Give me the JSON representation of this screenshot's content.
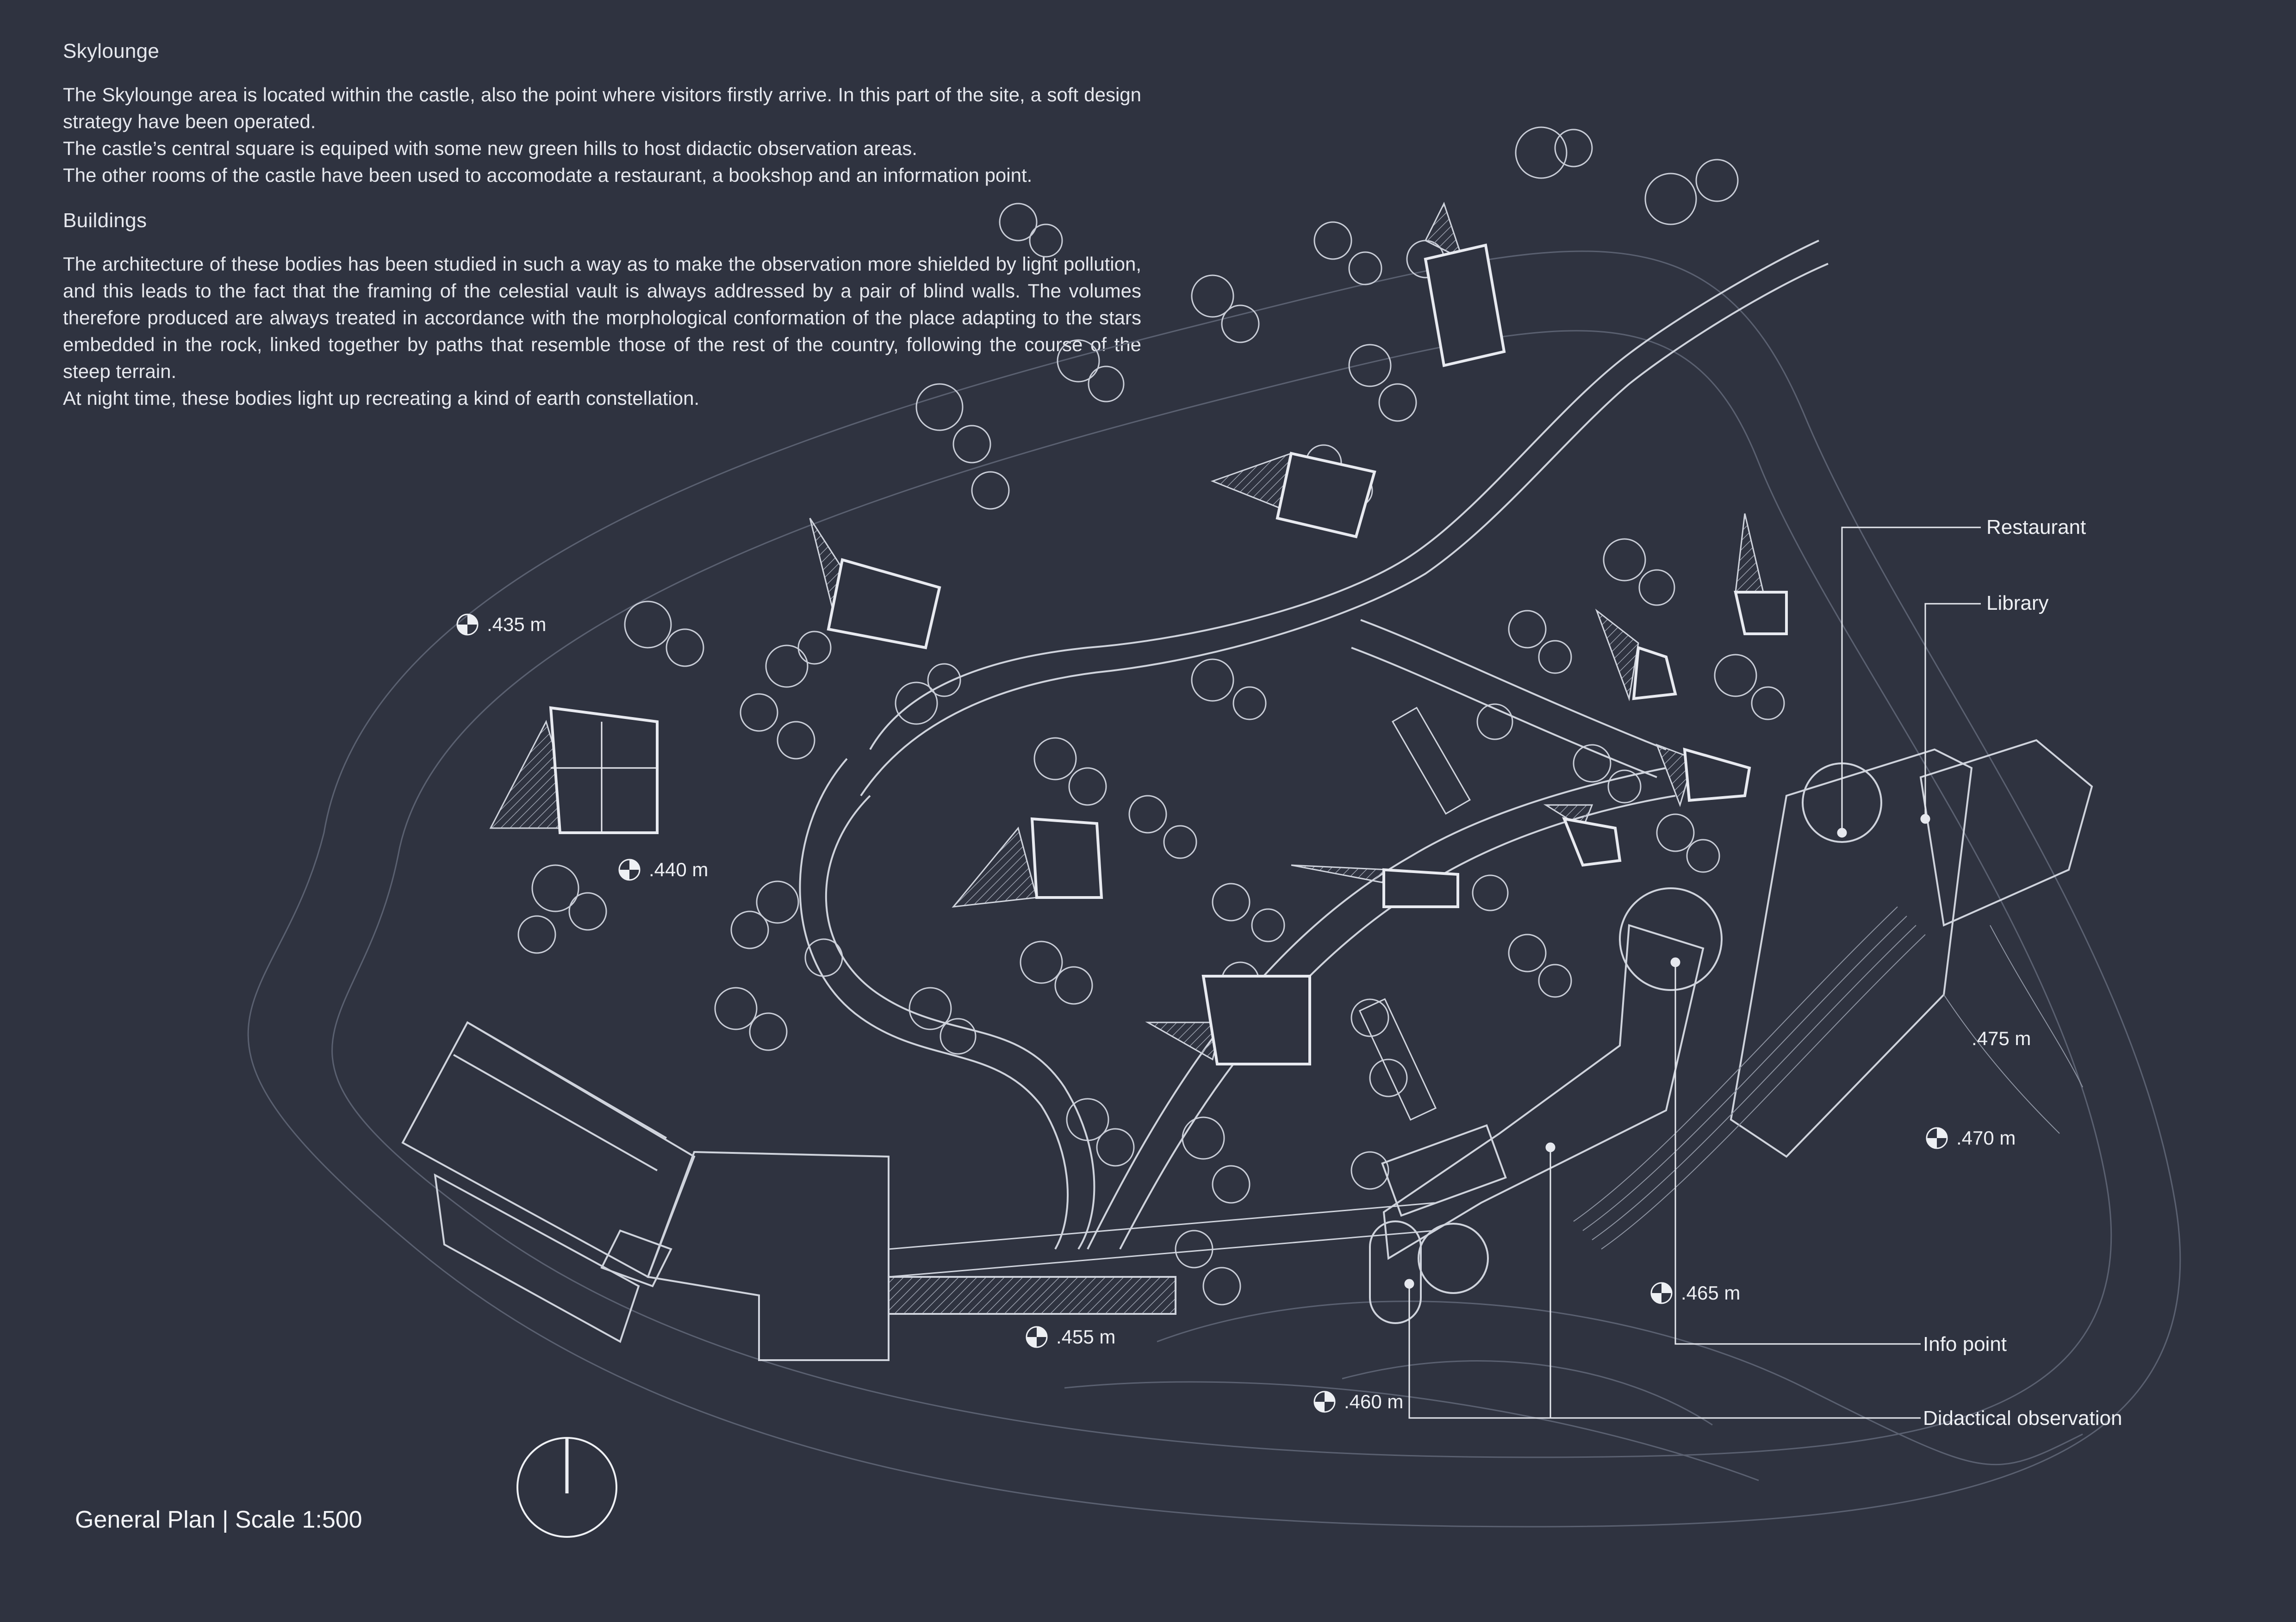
{
  "intro": {
    "heading": "Skylounge",
    "paragraphs": [
      "The Skylounge area is located within the castle, also the point where visitors firstly arrive. In this part of the site, a soft design strategy have been operated.",
      "The castle’s central square is equiped with some new green hills to host didactic observation areas.",
      "The other rooms of the castle have been used to accomodate a restaurant, a bookshop and an information point."
    ]
  },
  "buildings": {
    "heading": "Buildings",
    "paragraphs": [
      "The architecture of these bodies has been studied in such a way as to make the observation more shielded by light pollution, and this leads to the fact that the framing of the celestial vault is always addressed by a pair of blind walls. The volumes therefore produced are always treated in accordance with the morphological conformation of the place adapting to the stars embedded in the rock, linked together by paths that resemble those of the rest of the country, following the course of the steep terrain.",
      "At night time, these bodies light up recreating a kind of earth constellation."
    ]
  },
  "plan": {
    "title": "General Plan | Scale 1:500",
    "labels": {
      "restaurant": "Restaurant",
      "library": "Library",
      "info_point": "Info point",
      "didactical_observation": "Didactical observation"
    },
    "elevations": [
      ".435 m",
      ".440 m",
      ".455 m",
      ".460 m",
      ".465 m",
      ".470 m",
      ".475 m"
    ]
  },
  "colors": {
    "background": "#2f3340",
    "line": "#cfd3dc",
    "text": "#e6e8ee"
  }
}
